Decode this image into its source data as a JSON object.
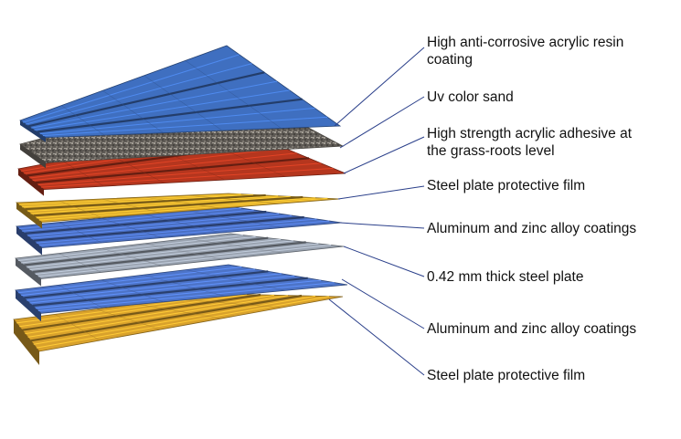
{
  "diagram": {
    "layers": [
      {
        "lines": [
          "High anti-corrosive acrylic resin",
          "coating"
        ],
        "color": "#3f6fc0",
        "texture": "ribbed"
      },
      {
        "lines": [
          "Uv color sand"
        ],
        "color": "#7a756d",
        "texture": "sand"
      },
      {
        "lines": [
          "High strength acrylic adhesive at",
          "the grass-roots level"
        ],
        "color": "#b5361e",
        "texture": "ribbed"
      },
      {
        "lines": [
          "Steel plate protective film"
        ],
        "color": "#d9a62a",
        "texture": "ribbed"
      },
      {
        "lines": [
          "Aluminum and zinc alloy coatings"
        ],
        "color": "#4a6fc2",
        "texture": "ribbed"
      },
      {
        "lines": [
          "0.42 mm thick steel plate"
        ],
        "color": "#9aa3b0",
        "texture": "ribbed"
      },
      {
        "lines": [
          "Aluminum and zinc alloy coatings"
        ],
        "color": "#4d74c8",
        "texture": "ribbed"
      },
      {
        "lines": [
          "Steel plate protective film"
        ],
        "color": "#d9a22c",
        "texture": "ribbed"
      }
    ]
  }
}
